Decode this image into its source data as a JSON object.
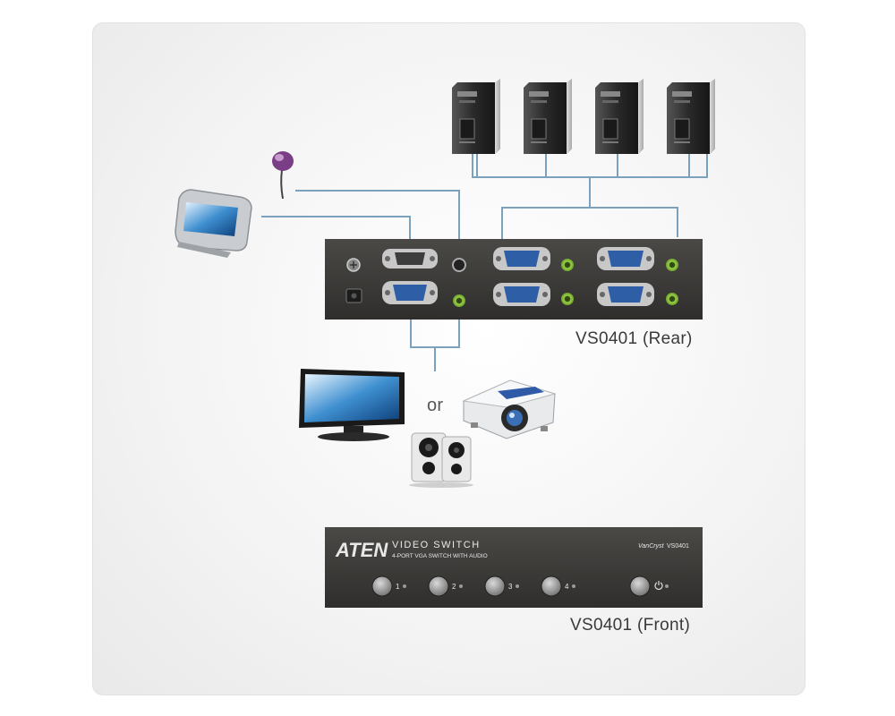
{
  "labels": {
    "rear": "VS0401 (Rear)",
    "front": "VS0401 (Front)",
    "or": "or"
  },
  "front_panel": {
    "brand": "ATEN",
    "product_line": "VIDEO SWITCH",
    "subtitle": "4-PORT VGA SWITCH WITH AUDIO",
    "series": "VanCryst",
    "model": "VS0401",
    "buttons": [
      "1",
      "2",
      "3",
      "4"
    ]
  },
  "colors": {
    "device_body": "#3a3937",
    "vga_port": "#2d5ea6",
    "audio_port": "#8fc63f",
    "cable": "#6f9ab8"
  }
}
